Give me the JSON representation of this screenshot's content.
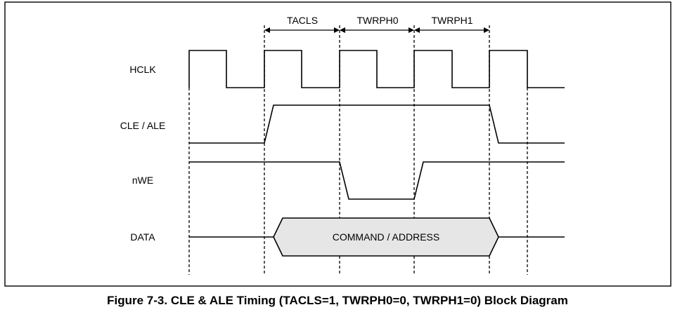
{
  "signals": {
    "hclk": "HCLK",
    "cle_ale": "CLE / ALE",
    "nwe": "nWE",
    "data": "DATA"
  },
  "intervals": {
    "tacls": "TACLS",
    "twrph0": "TWRPH0",
    "twrph1": "TWRPH1"
  },
  "bus": {
    "label": "COMMAND / ADDRESS",
    "fill_color": "#e6e6e6"
  },
  "caption": "Figure 7-3. CLE & ALE Timing (TACLS=1, TWRPH0=0, TWRPH1=0) Block Diagram"
}
